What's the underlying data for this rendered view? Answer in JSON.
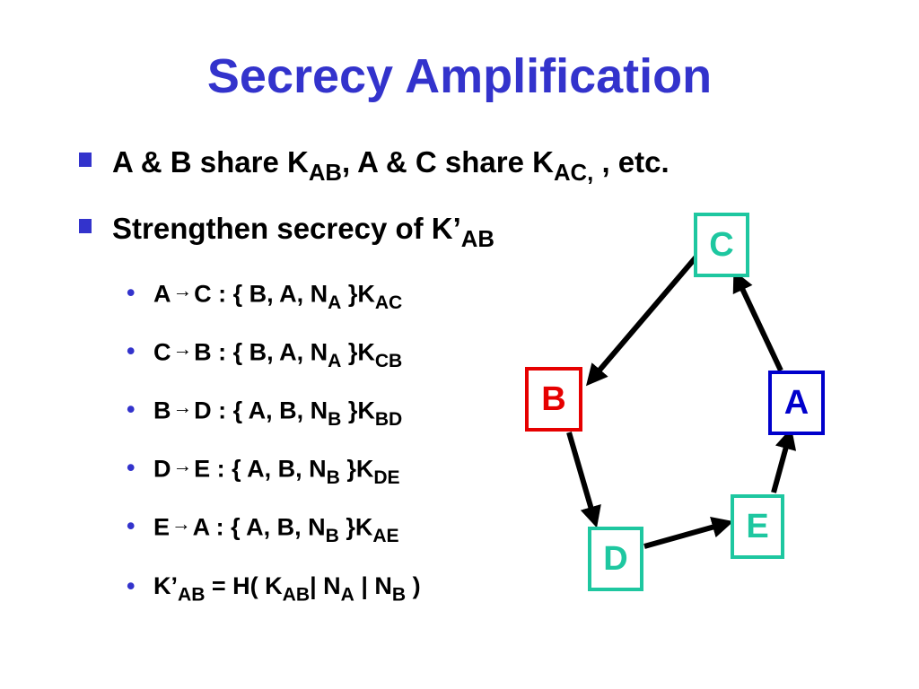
{
  "title": "Secrecy Amplification",
  "bullets": [
    {
      "p1": "A & B share K",
      "s1": "AB",
      "p2": ", A & C share K",
      "s2": "AC,",
      "p3": " , etc."
    },
    {
      "p1": "Strengthen secrecy of K’",
      "s1": "AB"
    }
  ],
  "arrow_glyph": "→",
  "messages": [
    {
      "from": "A",
      "to": "C : { B, A, N",
      "n": "A",
      "close": " }K",
      "key": "AC"
    },
    {
      "from": "C",
      "to": "B : { B, A, N",
      "n": "A",
      "close": " }K",
      "key": "CB"
    },
    {
      "from": "B",
      "to": "D : { A, B, N",
      "n": "B",
      "close": " }K",
      "key": "BD"
    },
    {
      "from": "D",
      "to": "E : { A, B, N",
      "n": "B",
      "close": " }K",
      "key": "DE"
    },
    {
      "from": "E",
      "to": "A : { A, B, N",
      "n": "B",
      "close": " }K",
      "key": "AE"
    }
  ],
  "final": {
    "p1": "K’",
    "s1": "AB",
    "p2": " = H( K",
    "s2": "AB",
    "p3": "| N",
    "s3": "A",
    "p4": " | N",
    "s4": "B",
    "p5": " )"
  },
  "nodes": {
    "A": "A",
    "B": "B",
    "C": "C",
    "D": "D",
    "E": "E"
  },
  "colors": {
    "title": "#3333cc",
    "bullet": "#3333cc",
    "teal": "#1ec7a0",
    "red": "#e60000",
    "blue": "#0000cc"
  }
}
